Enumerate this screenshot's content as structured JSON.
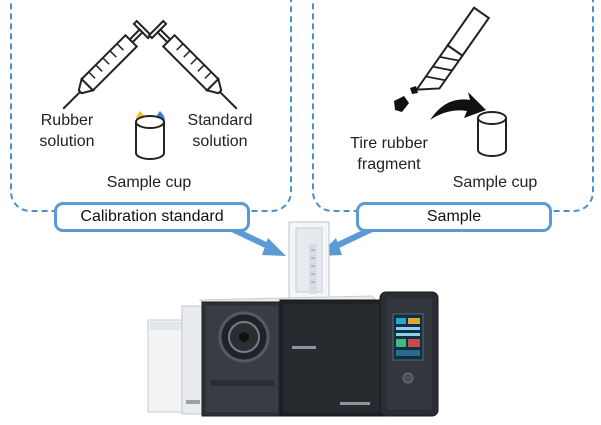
{
  "calibration": {
    "left_reagent": "Rubber\nsolution",
    "right_reagent": "Standard\nsolution",
    "cup_label": "Sample cup",
    "tag": "Calibration standard"
  },
  "sample": {
    "fragment_label": "Tire rubber\nfragment",
    "cup_label": "Sample cup",
    "tag": "Sample"
  },
  "colors": {
    "dash_border": "#4f8fc9",
    "arrow": "#5b9bd5",
    "drop_yellow": "#f5c41a",
    "drop_blue": "#3a7fd0"
  },
  "icons": [
    "syringe-icon",
    "sample-cup-icon",
    "drop-icon",
    "blade-icon",
    "rubber-fragment-icon",
    "curved-arrow-icon",
    "instrument-image"
  ]
}
